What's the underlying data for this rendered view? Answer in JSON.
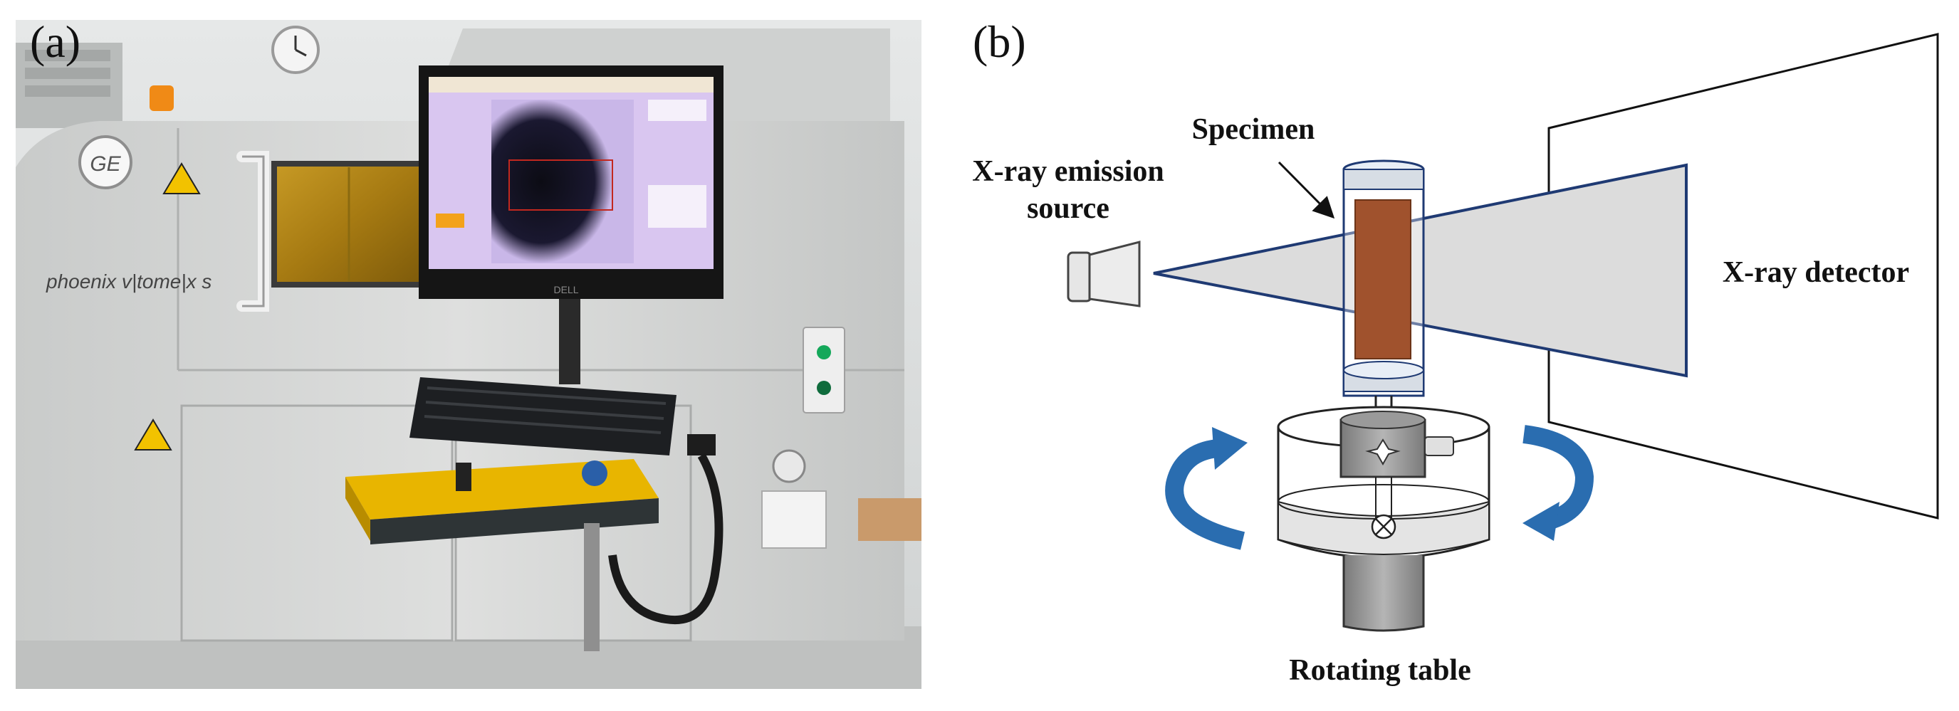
{
  "panel_a": {
    "letter": "(a)",
    "brand_text": "phoenix v|tome|x s",
    "monitor_brand": "DELL"
  },
  "panel_b": {
    "letter": "(b)",
    "labels": {
      "specimen": "Specimen",
      "source_line1": "X-ray emission",
      "source_line2": "source",
      "detector": "X-ray detector",
      "rotating_table": "Rotating table"
    }
  },
  "colors": {
    "beam_outline": "#1f3a73",
    "beam_fill": "#dcdcdc",
    "specimen": "#a0522d",
    "rotation_arrow": "#2a6db0",
    "machine_body": "#d8d9d8",
    "yellow_console": "#e8b500"
  }
}
